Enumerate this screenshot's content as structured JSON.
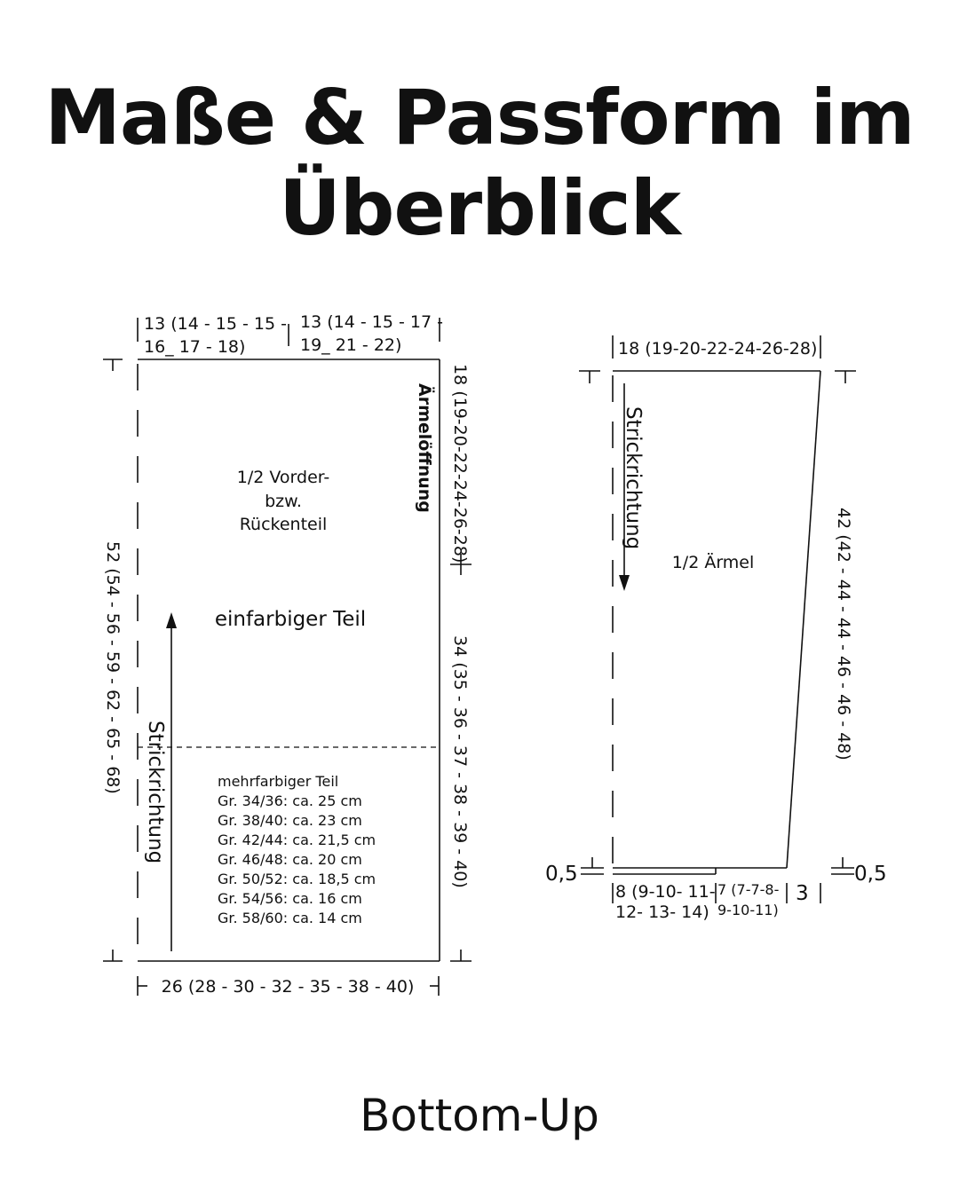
{
  "title": {
    "line1": "Maße & Passform im",
    "line2": "Überblick"
  },
  "footer": "Bottom-Up",
  "body_piece": {
    "name_line1": "1/2 Vorder-",
    "name_line2": "bzw.",
    "name_line3": "Rückenteil",
    "solid_section": "einfarbiger Teil",
    "knit_direction": "Strickrichtung",
    "armhole": "Ärmelöffnung",
    "top_left_line1": "13 (14 - 15 -  15 -",
    "top_left_line2": "16_ 17 - 18)",
    "top_right_line1": "13 (14 - 15 - 17 -",
    "top_right_line2": "19_ 21 - 22)",
    "left_height": "52 (54 - 56 - 59 - 62 - 65 - 68)",
    "right_upper": "18 (19-20-22-24-26-28)",
    "right_lower": "34 (35 - 36 - 37 - 38 - 39 - 40)",
    "bottom_width": "26 (28 - 30 - 32 - 35 - 38 - 40)",
    "multicolor": {
      "heading": "mehrfarbiger Teil",
      "rows": [
        "Gr. 34/36: ca. 25 cm",
        "Gr. 38/40: ca. 23 cm",
        "Gr. 42/44: ca. 21,5 cm",
        "Gr. 46/48: ca. 20 cm",
        "Gr. 50/52: ca. 18,5 cm",
        "Gr. 54/56: ca. 16 cm",
        "Gr. 58/60: ca. 14 cm"
      ]
    }
  },
  "sleeve_piece": {
    "name": "1/2 Ärmel",
    "knit_direction": "Strickrichtung",
    "top_width": "18 (19-20-22-24-26-28)",
    "right_height": "42 (42 - 44 - 44 - 46 - 46 - 48)",
    "cuff_left": "0,5",
    "cuff_right": "0,5",
    "bottom_a_line1": "8 (9-10- 11-",
    "bottom_a_line2": "12- 13- 14)",
    "bottom_b_line1": "7 (7-7-8-",
    "bottom_b_line2": "9-10-11)",
    "bottom_c": "3"
  }
}
